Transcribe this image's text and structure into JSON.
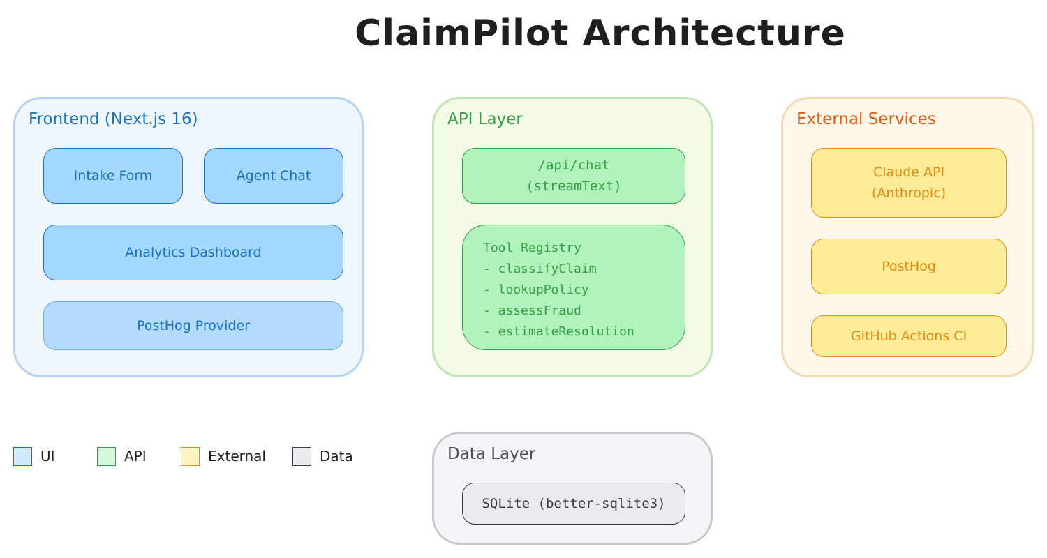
{
  "title": "ClaimPilot Architecture",
  "groups": {
    "frontend": {
      "label": "Frontend (Next.js 16)",
      "nodes": {
        "intake_form": "Intake Form",
        "agent_chat": "Agent Chat",
        "analytics_dashboard": "Analytics Dashboard",
        "posthog_provider": "PostHog Provider"
      }
    },
    "api": {
      "label": "API Layer",
      "chat_route": {
        "line1": "/api/chat",
        "line2": "(streamText)"
      },
      "tool_registry": {
        "heading": "Tool Registry",
        "tools": [
          "- classifyClaim",
          "- lookupPolicy",
          "- assessFraud",
          "- estimateResolution"
        ]
      }
    },
    "external": {
      "label": "External Services",
      "nodes": {
        "claude_api": {
          "line1": "Claude API",
          "line2": "(Anthropic)"
        },
        "posthog": "PostHog",
        "github_actions": "GitHub Actions CI"
      }
    },
    "data": {
      "label": "Data Layer",
      "nodes": {
        "sqlite": "SQLite (better-sqlite3)"
      }
    }
  },
  "legend": [
    {
      "label": "UI",
      "fill": "#d0ebff",
      "stroke": "#1971c2"
    },
    {
      "label": "API",
      "fill": "#d3f9d8",
      "stroke": "#2f9e44"
    },
    {
      "label": "External",
      "fill": "#fff3bf",
      "stroke": "#e8890c"
    },
    {
      "label": "Data",
      "fill": "#e9ecef",
      "stroke": "#343a40"
    }
  ],
  "colors": {
    "ui": "#1971c2",
    "api": "#2f9e44",
    "external": "#e8890c",
    "data": "#343a40"
  }
}
